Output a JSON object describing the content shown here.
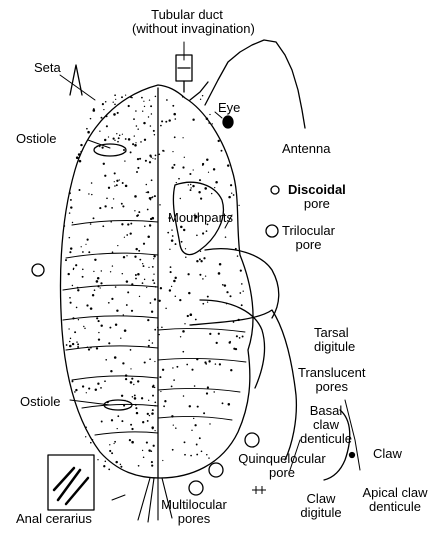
{
  "labels": {
    "tubular_duct_line1": "Tubular duct",
    "tubular_duct_line2": "(without invagination)",
    "seta": "Seta",
    "eye": "Eye",
    "ostiole_top": "Ostiole",
    "antenna": "Antenna",
    "discoidal_line1": "Discoidal",
    "discoidal_line2": "pore",
    "mouthparts": "Mouthparts",
    "trilocular_line1": "Trilocular",
    "trilocular_line2": "pore",
    "tarsal_line1": "Tarsal",
    "tarsal_line2": "digitule",
    "translucent_line1": "Translucent",
    "translucent_line2": "pores",
    "ostiole_bottom": "Ostiole",
    "basal_line1": "Basal",
    "basal_line2": "claw",
    "basal_line3": "denticule",
    "claw": "Claw",
    "quinque_line1": "Quinquelocular",
    "quinque_line2": "pore",
    "claw_digitule_line1": "Claw",
    "claw_digitule_line2": "digitule",
    "apical_line1": "Apical claw",
    "apical_line2": "denticule",
    "multilocular_line1": "Multilocular",
    "multilocular_line2": "pores",
    "anal_cerarius": "Anal cerarius"
  },
  "colors": {
    "ink": "#000000",
    "paper": "#ffffff"
  }
}
